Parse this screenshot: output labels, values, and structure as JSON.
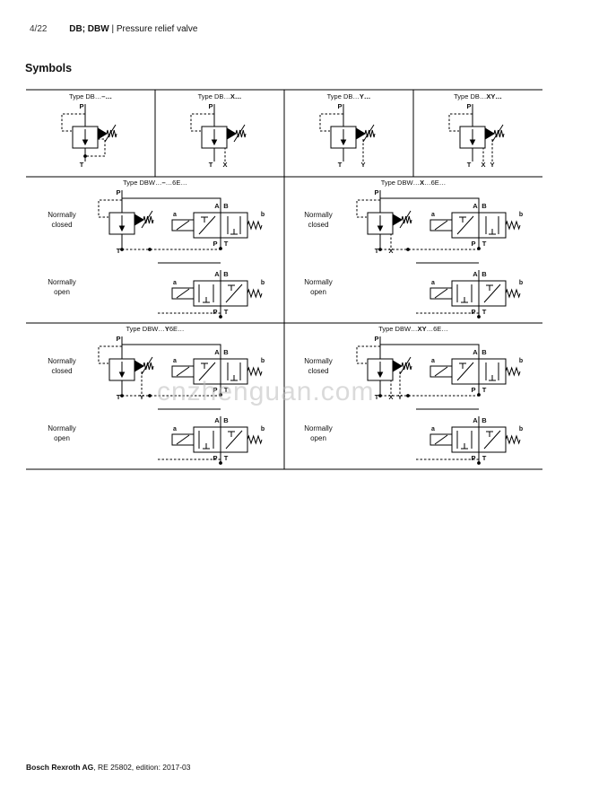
{
  "header": {
    "page": "4/22",
    "product": "DB; DBW",
    "separator": "|",
    "title": "Pressure relief valve"
  },
  "section_title": "Symbols",
  "types_row1": [
    {
      "prefix": "Type DB…",
      "suffix": "–…"
    },
    {
      "prefix": "Type DB…",
      "suffix": "X…"
    },
    {
      "prefix": "Type DB…",
      "suffix": "Y…"
    },
    {
      "prefix": "Type DB…",
      "suffix": "XY…"
    }
  ],
  "types_row23": [
    {
      "prefix": "Type DBW…",
      "mid": "–",
      "end": "…6E…"
    },
    {
      "prefix": "Type DBW…",
      "mid": "X",
      "end": "…6E…"
    },
    {
      "prefix": "Type DBW…",
      "mid": "Y",
      "end": "6E…"
    },
    {
      "prefix": "Type DBW…",
      "mid": "XY",
      "end": "…6E…"
    }
  ],
  "ports": {
    "P": "P",
    "T": "T",
    "X": "X",
    "Y": "Y",
    "A": "A",
    "B": "B",
    "a": "a",
    "b": "b"
  },
  "states": {
    "closed_1": "Normally",
    "closed_2": "closed",
    "open_1": "Normally",
    "open_2": "open"
  },
  "watermark": "cnzhenguan.com",
  "footer": {
    "company": "Bosch Rexroth AG",
    "doc": ", RE 25802, edition: 2017-03"
  }
}
